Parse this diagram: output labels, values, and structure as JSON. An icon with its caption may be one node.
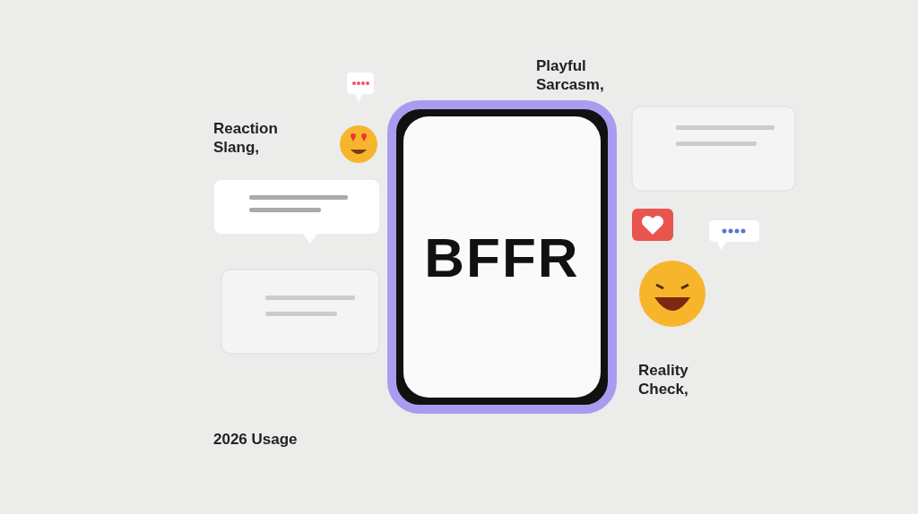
{
  "diagram": {
    "nodes": [
      {
        "text": [
          "BFFR"
        ]
      }
    ],
    "labels": [
      "Reaction Slang,",
      "Playful Sarcasm,",
      "Reality Check,",
      "2026 Usage"
    ]
  }
}
